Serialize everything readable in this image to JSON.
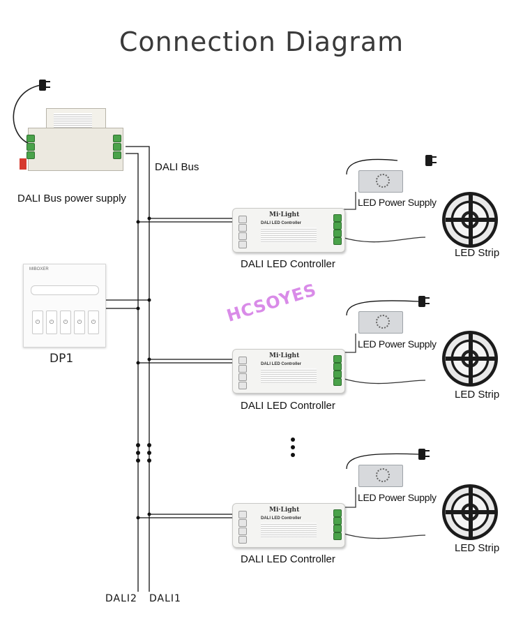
{
  "title": "Connection Diagram",
  "labels": {
    "dali_bus": "DALI Bus",
    "bus_power_supply": "DALI Bus power supply",
    "dp1": "DP1",
    "dali2": "DALI2",
    "dali1": "DALI1"
  },
  "watermark": "HCSOYES",
  "controllers": [
    {
      "label": "DALI LED Controller",
      "brand": "Mi·Light",
      "model": "DALI LED Controller"
    },
    {
      "label": "DALI LED Controller",
      "brand": "Mi·Light",
      "model": "DALI LED Controller"
    },
    {
      "label": "DALI LED Controller",
      "brand": "Mi·Light",
      "model": "DALI LED Controller"
    }
  ],
  "power_supplies": [
    {
      "label": "LED Power Supply"
    },
    {
      "label": "LED Power Supply"
    },
    {
      "label": "LED Power Supply"
    }
  ],
  "strips": [
    {
      "label": "LED Strip"
    },
    {
      "label": "LED Strip"
    },
    {
      "label": "LED Strip"
    }
  ],
  "panel": {
    "brand": "MIBOXER"
  },
  "colors": {
    "wire": "#111111",
    "title": "#3a3a3a",
    "watermark": "#d98be8",
    "terminal": "#4aa24a"
  }
}
